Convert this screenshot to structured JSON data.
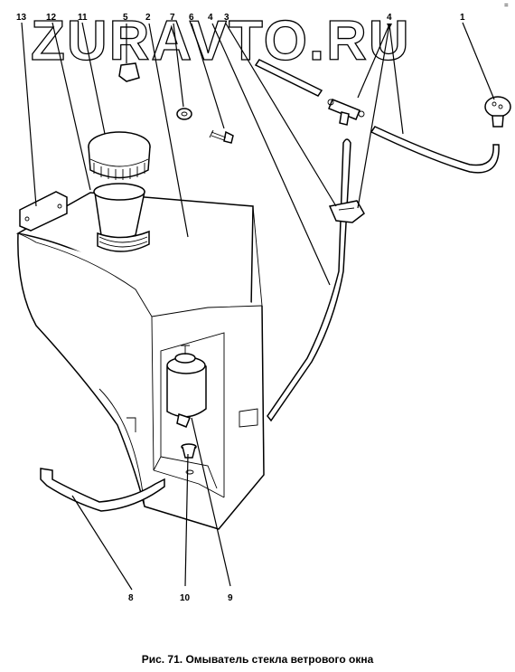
{
  "watermark": "ZURAVTO.RU",
  "corner_mark": "=",
  "caption": "Рис. 71. Омыватель стекла ветрового окна",
  "labels": {
    "l13": "13",
    "l12": "12",
    "l11": "11",
    "l5": "5",
    "l2": "2",
    "l7": "7",
    "l6": "6",
    "l4a": "4",
    "l3": "3",
    "l4b": "4",
    "l1": "1",
    "l8": "8",
    "l10": "10",
    "l9": "9"
  }
}
